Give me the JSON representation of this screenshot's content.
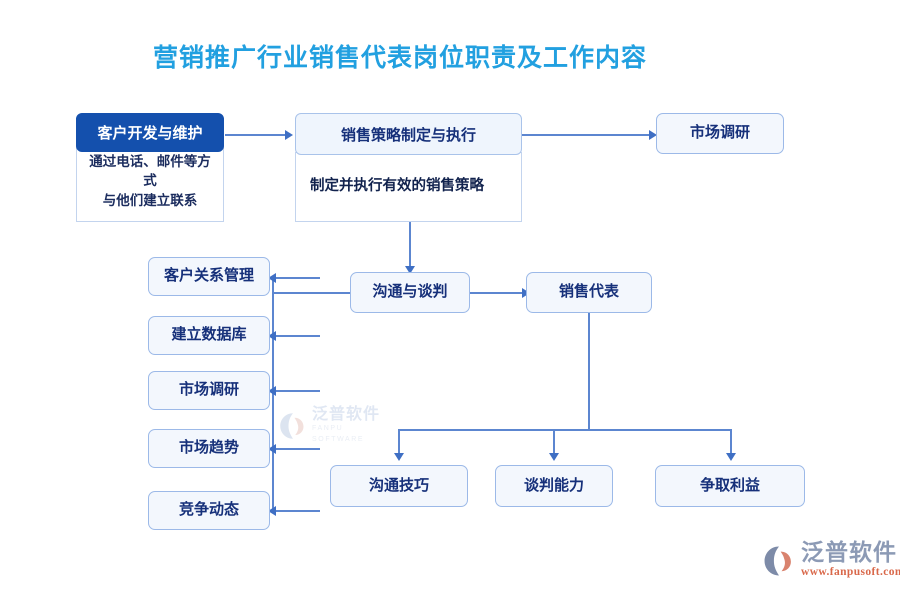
{
  "page": {
    "title": "营销推广行业销售代表岗位职责及工作内容",
    "accent_title_color": "#22a0e0",
    "node_fill": "#f3f7fd",
    "node_border": "#9cb9e8",
    "node_text": "#16307a",
    "primary_node_fill": "#1450ad",
    "connector_color": "#5c86d0"
  },
  "cards": [
    {
      "id": "customer-development",
      "header": "客户开发与维护",
      "body": "通过电话、邮件等方式\n与他们建立联系",
      "style": "dark"
    },
    {
      "id": "sales-strategy",
      "header": "销售策略制定与执行",
      "body": "制定并执行有效的销售策略",
      "style": "light"
    }
  ],
  "nodes": {
    "market_research_top": "市场调研",
    "communication_negotiation": "沟通与谈判",
    "sales_representative": "销售代表",
    "left_branches": [
      "客户关系管理",
      "建立数据库",
      "市场调研",
      "市场趋势",
      "竞争动态"
    ],
    "bottom_branches": [
      "沟通技巧",
      "谈判能力",
      "争取利益"
    ]
  },
  "watermarks": {
    "center": {
      "cn": "泛普软件",
      "en": "FANPU SOFTWARE"
    },
    "corner": {
      "cn": "泛普软件",
      "en": "www.fanpusoft.com"
    }
  }
}
